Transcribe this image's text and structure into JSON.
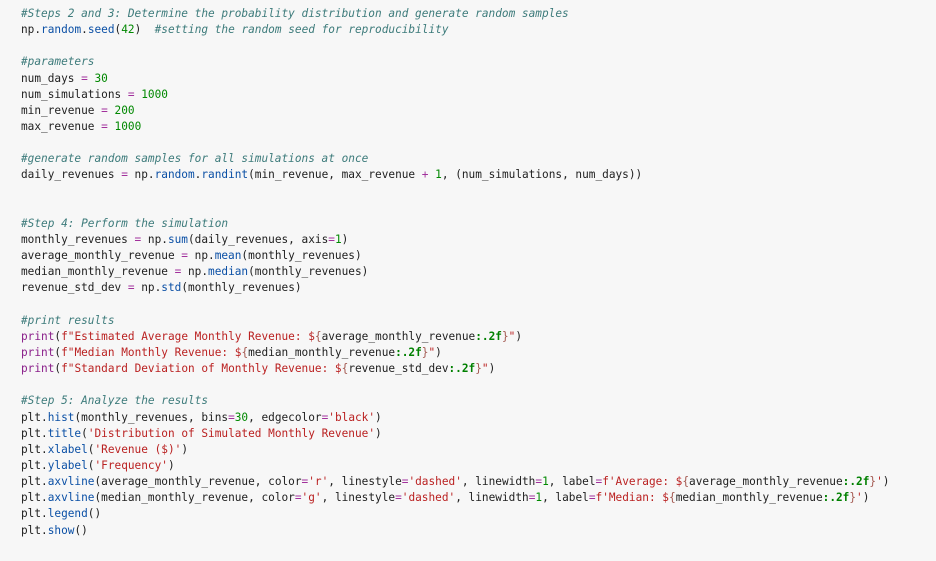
{
  "editor": {
    "language": "python",
    "lines": [
      [
        {
          "t": "#Steps 2 and 3: Determine the probability distribution and generate random samples",
          "k": "comment"
        }
      ],
      [
        {
          "t": "np.",
          "k": "plain"
        },
        {
          "t": "random",
          "k": "fn"
        },
        {
          "t": ".",
          "k": "plain"
        },
        {
          "t": "seed",
          "k": "fn"
        },
        {
          "t": "(",
          "k": "plain"
        },
        {
          "t": "42",
          "k": "num"
        },
        {
          "t": ")  ",
          "k": "plain"
        },
        {
          "t": "#setting the random seed for reproducibility",
          "k": "comment"
        }
      ],
      [],
      [
        {
          "t": "#parameters",
          "k": "comment"
        }
      ],
      [
        {
          "t": "num_days ",
          "k": "plain"
        },
        {
          "t": "=",
          "k": "op"
        },
        {
          "t": " ",
          "k": "plain"
        },
        {
          "t": "30",
          "k": "num"
        }
      ],
      [
        {
          "t": "num_simulations ",
          "k": "plain"
        },
        {
          "t": "=",
          "k": "op"
        },
        {
          "t": " ",
          "k": "plain"
        },
        {
          "t": "1000",
          "k": "num"
        }
      ],
      [
        {
          "t": "min_revenue ",
          "k": "plain"
        },
        {
          "t": "=",
          "k": "op"
        },
        {
          "t": " ",
          "k": "plain"
        },
        {
          "t": "200",
          "k": "num"
        }
      ],
      [
        {
          "t": "max_revenue ",
          "k": "plain"
        },
        {
          "t": "=",
          "k": "op"
        },
        {
          "t": " ",
          "k": "plain"
        },
        {
          "t": "1000",
          "k": "num"
        }
      ],
      [],
      [
        {
          "t": "#generate random samples for all simulations at once",
          "k": "comment"
        }
      ],
      [
        {
          "t": "daily_revenues ",
          "k": "plain"
        },
        {
          "t": "=",
          "k": "op"
        },
        {
          "t": " np.",
          "k": "plain"
        },
        {
          "t": "random",
          "k": "fn"
        },
        {
          "t": ".",
          "k": "plain"
        },
        {
          "t": "randint",
          "k": "fn"
        },
        {
          "t": "(min_revenue, max_revenue ",
          "k": "plain"
        },
        {
          "t": "+",
          "k": "op"
        },
        {
          "t": " ",
          "k": "plain"
        },
        {
          "t": "1",
          "k": "num"
        },
        {
          "t": ", (num_simulations, num_days))",
          "k": "plain"
        }
      ],
      [],
      [],
      [
        {
          "t": "#Step 4: Perform the simulation",
          "k": "comment"
        }
      ],
      [
        {
          "t": "monthly_revenues ",
          "k": "plain"
        },
        {
          "t": "=",
          "k": "op"
        },
        {
          "t": " np.",
          "k": "plain"
        },
        {
          "t": "sum",
          "k": "fn"
        },
        {
          "t": "(daily_revenues, axis",
          "k": "plain"
        },
        {
          "t": "=",
          "k": "op"
        },
        {
          "t": "1",
          "k": "num"
        },
        {
          "t": ")",
          "k": "plain"
        }
      ],
      [
        {
          "t": "average_monthly_revenue ",
          "k": "plain"
        },
        {
          "t": "=",
          "k": "op"
        },
        {
          "t": " np.",
          "k": "plain"
        },
        {
          "t": "mean",
          "k": "fn"
        },
        {
          "t": "(monthly_revenues)",
          "k": "plain"
        }
      ],
      [
        {
          "t": "median_monthly_revenue ",
          "k": "plain"
        },
        {
          "t": "=",
          "k": "op"
        },
        {
          "t": " np.",
          "k": "plain"
        },
        {
          "t": "median",
          "k": "fn"
        },
        {
          "t": "(monthly_revenues)",
          "k": "plain"
        }
      ],
      [
        {
          "t": "revenue_std_dev ",
          "k": "plain"
        },
        {
          "t": "=",
          "k": "op"
        },
        {
          "t": " np.",
          "k": "plain"
        },
        {
          "t": "std",
          "k": "fn"
        },
        {
          "t": "(monthly_revenues)",
          "k": "plain"
        }
      ],
      [],
      [
        {
          "t": "#print results",
          "k": "comment"
        }
      ],
      [
        {
          "t": "print",
          "k": "builtin"
        },
        {
          "t": "(",
          "k": "plain"
        },
        {
          "t": "f\"Estimated Average Monthly Revenue: $",
          "k": "str"
        },
        {
          "t": "{",
          "k": "interp"
        },
        {
          "t": "average_monthly_revenue",
          "k": "plain"
        },
        {
          "t": ":.2f",
          "k": "fmt"
        },
        {
          "t": "}",
          "k": "interp"
        },
        {
          "t": "\"",
          "k": "str"
        },
        {
          "t": ")",
          "k": "plain"
        }
      ],
      [
        {
          "t": "print",
          "k": "builtin"
        },
        {
          "t": "(",
          "k": "plain"
        },
        {
          "t": "f\"Median Monthly Revenue: $",
          "k": "str"
        },
        {
          "t": "{",
          "k": "interp"
        },
        {
          "t": "median_monthly_revenue",
          "k": "plain"
        },
        {
          "t": ":.2f",
          "k": "fmt"
        },
        {
          "t": "}",
          "k": "interp"
        },
        {
          "t": "\"",
          "k": "str"
        },
        {
          "t": ")",
          "k": "plain"
        }
      ],
      [
        {
          "t": "print",
          "k": "builtin"
        },
        {
          "t": "(",
          "k": "plain"
        },
        {
          "t": "f\"Standard Deviation of Monthly Revenue: $",
          "k": "str"
        },
        {
          "t": "{",
          "k": "interp"
        },
        {
          "t": "revenue_std_dev",
          "k": "plain"
        },
        {
          "t": ":.2f",
          "k": "fmt"
        },
        {
          "t": "}",
          "k": "interp"
        },
        {
          "t": "\"",
          "k": "str"
        },
        {
          "t": ")",
          "k": "plain"
        }
      ],
      [],
      [
        {
          "t": "#Step 5: Analyze the results",
          "k": "comment"
        }
      ],
      [
        {
          "t": "plt.",
          "k": "plain"
        },
        {
          "t": "hist",
          "k": "fn"
        },
        {
          "t": "(monthly_revenues, bins",
          "k": "plain"
        },
        {
          "t": "=",
          "k": "op"
        },
        {
          "t": "30",
          "k": "num"
        },
        {
          "t": ", edgecolor",
          "k": "plain"
        },
        {
          "t": "=",
          "k": "op"
        },
        {
          "t": "'black'",
          "k": "str"
        },
        {
          "t": ")",
          "k": "plain"
        }
      ],
      [
        {
          "t": "plt.",
          "k": "plain"
        },
        {
          "t": "title",
          "k": "fn"
        },
        {
          "t": "(",
          "k": "plain"
        },
        {
          "t": "'Distribution of Simulated Monthly Revenue'",
          "k": "str"
        },
        {
          "t": ")",
          "k": "plain"
        }
      ],
      [
        {
          "t": "plt.",
          "k": "plain"
        },
        {
          "t": "xlabel",
          "k": "fn"
        },
        {
          "t": "(",
          "k": "plain"
        },
        {
          "t": "'Revenue ($)'",
          "k": "str"
        },
        {
          "t": ")",
          "k": "plain"
        }
      ],
      [
        {
          "t": "plt.",
          "k": "plain"
        },
        {
          "t": "ylabel",
          "k": "fn"
        },
        {
          "t": "(",
          "k": "plain"
        },
        {
          "t": "'Frequency'",
          "k": "str"
        },
        {
          "t": ")",
          "k": "plain"
        }
      ],
      [
        {
          "t": "plt.",
          "k": "plain"
        },
        {
          "t": "axvline",
          "k": "fn"
        },
        {
          "t": "(average_monthly_revenue, color",
          "k": "plain"
        },
        {
          "t": "=",
          "k": "op"
        },
        {
          "t": "'r'",
          "k": "str"
        },
        {
          "t": ", linestyle",
          "k": "plain"
        },
        {
          "t": "=",
          "k": "op"
        },
        {
          "t": "'dashed'",
          "k": "str"
        },
        {
          "t": ", linewidth",
          "k": "plain"
        },
        {
          "t": "=",
          "k": "op"
        },
        {
          "t": "1",
          "k": "num"
        },
        {
          "t": ", label",
          "k": "plain"
        },
        {
          "t": "=",
          "k": "op"
        },
        {
          "t": "f'Average: $",
          "k": "str"
        },
        {
          "t": "{",
          "k": "interp"
        },
        {
          "t": "average_monthly_revenue",
          "k": "plain"
        },
        {
          "t": ":.2f",
          "k": "fmt"
        },
        {
          "t": "}",
          "k": "interp"
        },
        {
          "t": "'",
          "k": "str"
        },
        {
          "t": ")",
          "k": "plain"
        }
      ],
      [
        {
          "t": "plt.",
          "k": "plain"
        },
        {
          "t": "axvline",
          "k": "fn"
        },
        {
          "t": "(median_monthly_revenue, color",
          "k": "plain"
        },
        {
          "t": "=",
          "k": "op"
        },
        {
          "t": "'g'",
          "k": "str"
        },
        {
          "t": ", linestyle",
          "k": "plain"
        },
        {
          "t": "=",
          "k": "op"
        },
        {
          "t": "'dashed'",
          "k": "str"
        },
        {
          "t": ", linewidth",
          "k": "plain"
        },
        {
          "t": "=",
          "k": "op"
        },
        {
          "t": "1",
          "k": "num"
        },
        {
          "t": ", label",
          "k": "plain"
        },
        {
          "t": "=",
          "k": "op"
        },
        {
          "t": "f'Median: $",
          "k": "str"
        },
        {
          "t": "{",
          "k": "interp"
        },
        {
          "t": "median_monthly_revenue",
          "k": "plain"
        },
        {
          "t": ":.2f",
          "k": "fmt"
        },
        {
          "t": "}",
          "k": "interp"
        },
        {
          "t": "'",
          "k": "str"
        },
        {
          "t": ")",
          "k": "plain"
        }
      ],
      [
        {
          "t": "plt.",
          "k": "plain"
        },
        {
          "t": "legend",
          "k": "fn"
        },
        {
          "t": "()",
          "k": "plain"
        }
      ],
      [
        {
          "t": "plt.",
          "k": "plain"
        },
        {
          "t": "show",
          "k": "fn"
        },
        {
          "t": "()",
          "k": "plain"
        }
      ]
    ]
  },
  "colors": {
    "background": "#f7f7f7",
    "plain": "#212121",
    "comment": "#3d7b7b",
    "number": "#008800",
    "string": "#ba2121",
    "function": "#0a4fa5",
    "builtin": "#8a1f8a",
    "operator": "#a2319c",
    "format_spec": "#008000"
  }
}
